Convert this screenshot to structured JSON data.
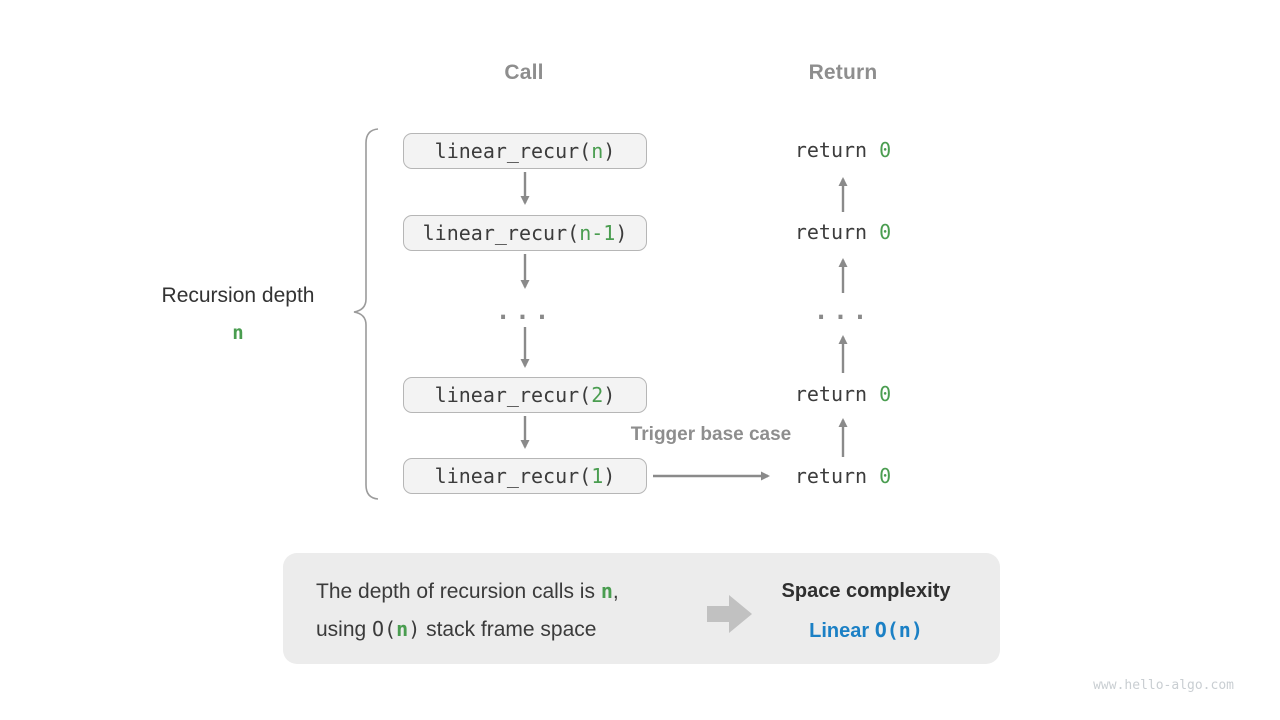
{
  "colors": {
    "accent_green": "#4a9d50",
    "accent_blue": "#1b80c5",
    "gray_label": "#8e8e8e",
    "code_text": "#3c3c3c",
    "box_bg": "#f3f3f3",
    "box_border": "#b6b6b6",
    "summary_bg": "#ececec"
  },
  "headers": {
    "call": "Call",
    "return": "Return"
  },
  "depth_label": {
    "text": "Recursion depth",
    "value": "n"
  },
  "call_stack": [
    {
      "prefix": "linear_recur(",
      "arg": "n",
      "suffix": ")"
    },
    {
      "prefix": "linear_recur(",
      "arg": "n-1",
      "suffix": ")"
    },
    {
      "dots": "..."
    },
    {
      "prefix": "linear_recur(",
      "arg": "2",
      "suffix": ")"
    },
    {
      "prefix": "linear_recur(",
      "arg": "1",
      "suffix": ")"
    }
  ],
  "return_stack": [
    {
      "prefix": "return ",
      "arg": "0"
    },
    {
      "prefix": "return ",
      "arg": "0"
    },
    {
      "dots": "..."
    },
    {
      "prefix": "return ",
      "arg": "0"
    },
    {
      "prefix": "return ",
      "arg": "0"
    }
  ],
  "trigger_label": "Trigger base case",
  "summary": {
    "line1": {
      "pre": "The depth of recursion calls is ",
      "arg": "n",
      "post": ","
    },
    "line2": {
      "pre": "using ",
      "o_open": "O(",
      "arg": "n",
      "o_close": ")",
      "post": " stack frame space"
    },
    "result_title": "Space complexity",
    "result_word": "Linear ",
    "result_big_o": "O(n)"
  },
  "watermark": "www.hello-algo.com"
}
